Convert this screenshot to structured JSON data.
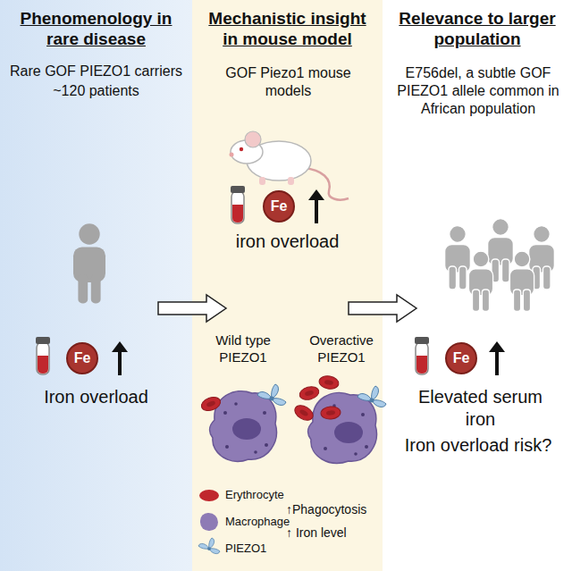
{
  "diagram": {
    "nodes": [
      {
        "text": [
          "Phenomenology in rare disease"
        ]
      },
      {
        "text": [
          "Mechanistic insight in mouse model"
        ]
      },
      {
        "text": [
          "Relevance to larger population"
        ]
      },
      {
        "text": [
          "Fe"
        ],
        "in": 0
      },
      {
        "text": [
          "Fe"
        ],
        "in": 1
      },
      {
        "text": [
          "Fe"
        ],
        "in": 2
      }
    ],
    "edges": [
      {
        "from": 0,
        "to": 1,
        "arrow": "to"
      },
      {
        "from": 1,
        "to": 2,
        "arrow": "to"
      }
    ],
    "labels": [
      "Rare GOF PIEZO1 carriers",
      "~120 patients",
      "Iron overload",
      "GOF Piezo1 mouse models",
      "iron overload",
      "Wild type PIEZO1",
      "Overactive PIEZO1",
      "↑Phagocytosis",
      "↑ Iron level",
      "E756del, a subtle GOF PIEZO1 allele common in African population",
      "Elevated serum iron",
      "Iron overload risk?"
    ],
    "legend": [
      {
        "text": "Erythrocyte",
        "color": "#c0272d"
      },
      {
        "text": "Macrophage",
        "color": "#8e7bb5"
      },
      {
        "text": "PIEZO1"
      }
    ]
  }
}
